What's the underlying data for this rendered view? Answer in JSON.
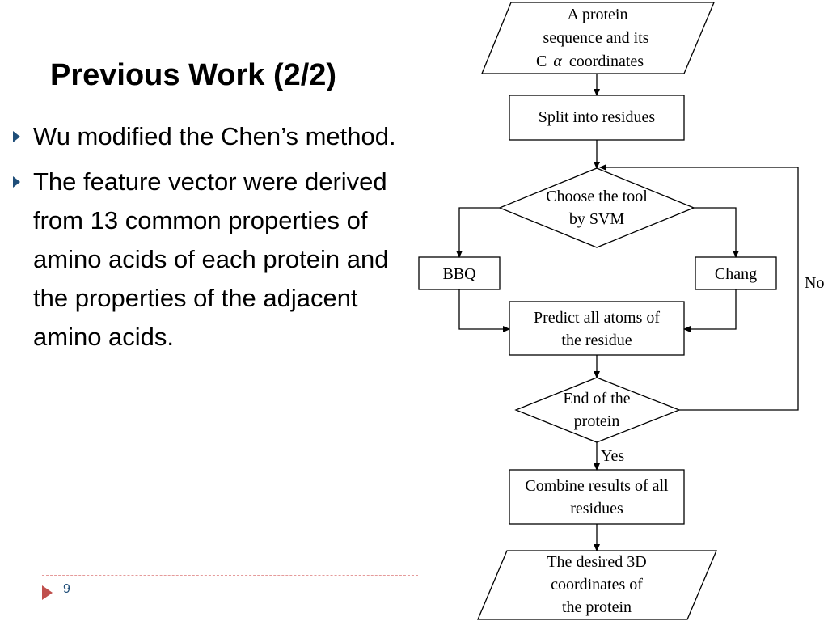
{
  "slide": {
    "title": "Previous Work (2/2)",
    "page_number": "9",
    "bullets": [
      "Wu modified the Chen’s method.",
      "The feature vector were derived from 13 common properties of amino acids of each protein and the properties of the adjacent amino acids."
    ]
  },
  "flowchart": {
    "input": [
      "A protein",
      "sequence and its",
      "C",
      "α",
      " coordinates"
    ],
    "split": "Split into residues",
    "choose": [
      "Choose the tool",
      "by SVM"
    ],
    "bbq": "BBQ",
    "chang": "Chang",
    "predict": [
      "Predict all atoms of",
      "the residue"
    ],
    "end": [
      "End of the",
      "protein"
    ],
    "yes": "Yes",
    "no": "No",
    "combine": [
      "Combine results of all",
      "residues"
    ],
    "output": [
      "The desired 3D",
      "coordinates of",
      "the protein"
    ]
  },
  "colors": {
    "bullet": "#1f4e79",
    "rule": "#e59a9a",
    "page_marker": "#c0504d"
  }
}
